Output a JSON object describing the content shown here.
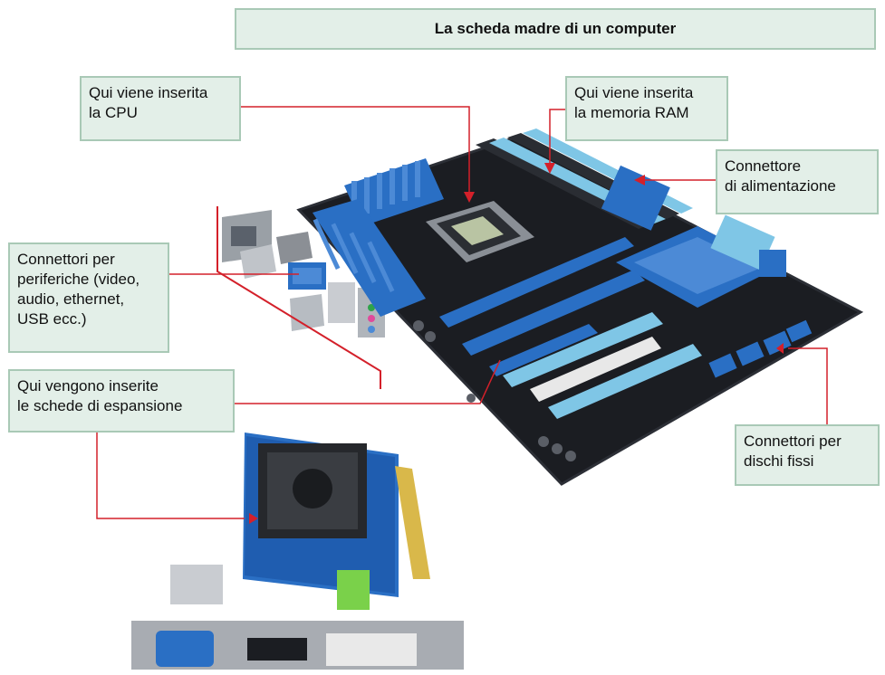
{
  "title": "La scheda madre di un computer",
  "labels": {
    "cpu": [
      "Qui viene inserita",
      "la CPU"
    ],
    "ram": [
      "Qui viene inserita",
      "la memoria RAM"
    ],
    "power": [
      "Connettore",
      "di alimentazione"
    ],
    "peripherals": [
      "Connettori per",
      "periferiche (video,",
      "audio, ethernet,",
      "USB ecc.)"
    ],
    "expansion": [
      "Qui vengono inserite",
      "le schede di espansione"
    ],
    "disks": [
      "Connettori per",
      "dischi fissi"
    ]
  },
  "colors": {
    "box_fill": "#e3efe8",
    "box_border": "#a9c9b6",
    "leader_line": "#d4202a",
    "board": "#1b1d22",
    "accent_blue": "#2a6fc4",
    "slot_light": "#7fc6e6"
  }
}
